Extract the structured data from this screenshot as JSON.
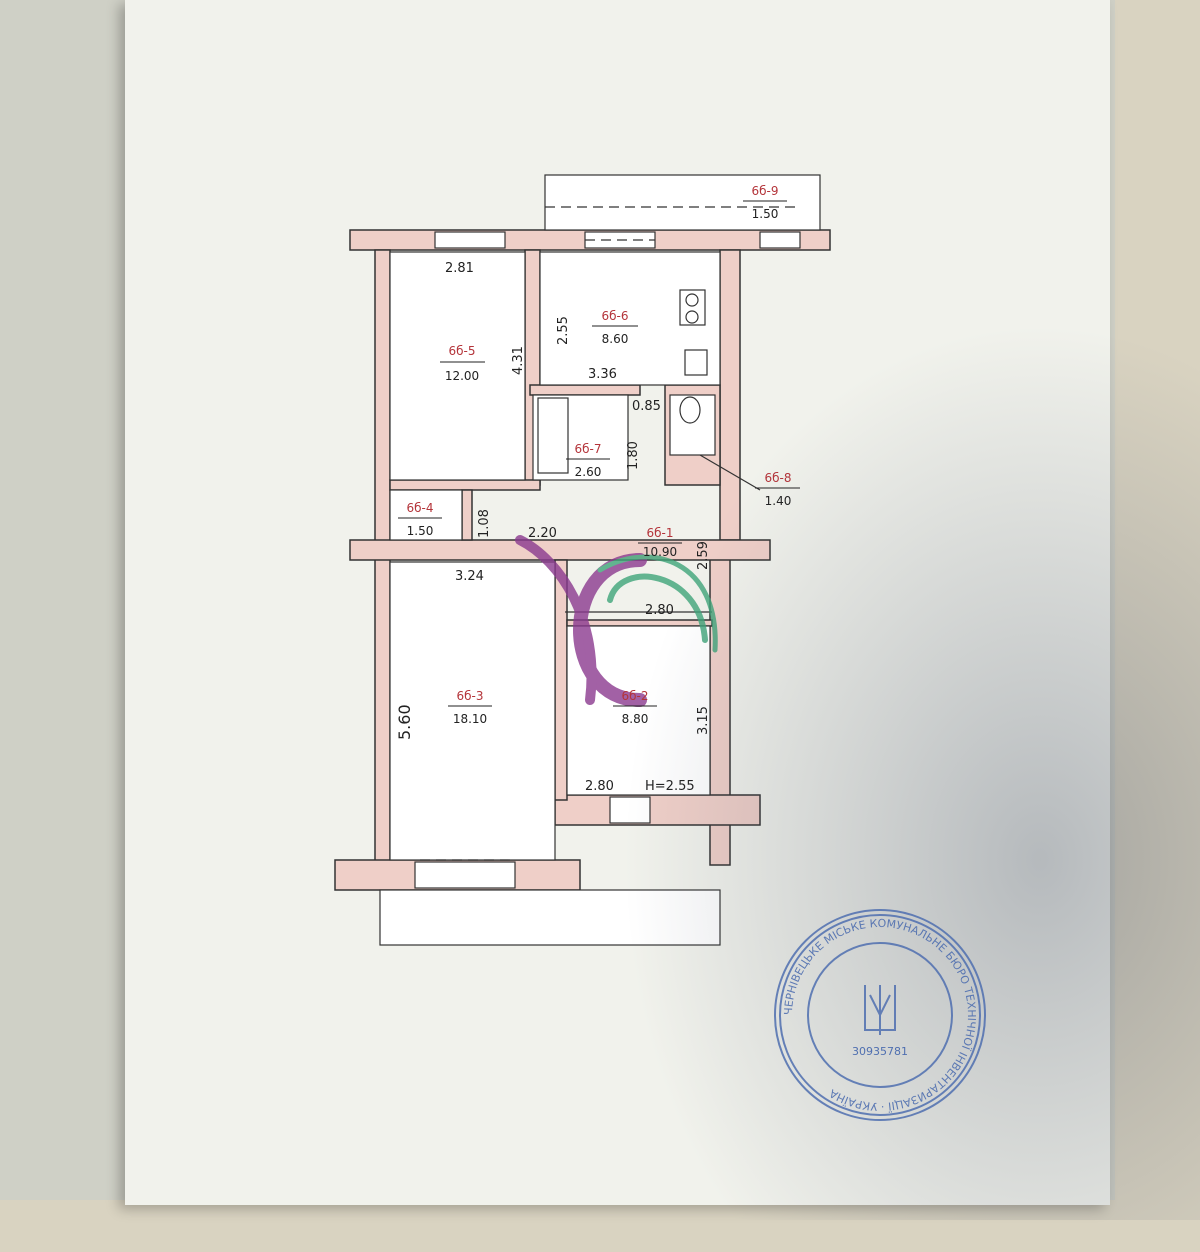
{
  "floor_plan": {
    "ceiling_height": "H=2.55",
    "rooms": [
      {
        "key": "r1",
        "id": "6б-1",
        "area": "10.90"
      },
      {
        "key": "r2",
        "id": "6б-2",
        "area": "8.80"
      },
      {
        "key": "r3",
        "id": "6б-3",
        "area": "18.10"
      },
      {
        "key": "r4",
        "id": "6б-4",
        "area": "1.50"
      },
      {
        "key": "r5",
        "id": "6б-5",
        "area": "12.00"
      },
      {
        "key": "r6",
        "id": "6б-6",
        "area": "8.60"
      },
      {
        "key": "r7",
        "id": "6б-7",
        "area": "2.60"
      },
      {
        "key": "r8",
        "id": "6б-8",
        "area": "1.40"
      },
      {
        "key": "r9",
        "id": "6б-9",
        "area": "1.50"
      }
    ],
    "dimensions": {
      "d_2_81": "2.81",
      "d_4_31": "4.31",
      "d_2_55": "2.55",
      "d_3_36": "3.36",
      "d_0_85": "0.85",
      "d_1_80": "1.80",
      "d_1_08": "1.08",
      "d_2_20": "2.20",
      "d_2_59": "2.59",
      "d_3_24": "3.24",
      "d_2_80a": "2.80",
      "d_5_60": "5.60",
      "d_3_15": "3.15",
      "d_2_80b": "2.80"
    }
  },
  "stamp": {
    "text": "ЧЕРНІВЕЦЬКЕ МІСЬКЕ КОМУНАЛЬНЕ БЮРО ТЕХНІЧНОЇ ІНВЕНТАРИЗАЦІЇ · УКРАЇНА",
    "code": "30935781"
  },
  "colors": {
    "wall": "#efcfc8",
    "line": "#333333",
    "room_id": "#b4343a",
    "logo_purple": "#8b3a8f",
    "logo_green": "#3fa57a"
  }
}
